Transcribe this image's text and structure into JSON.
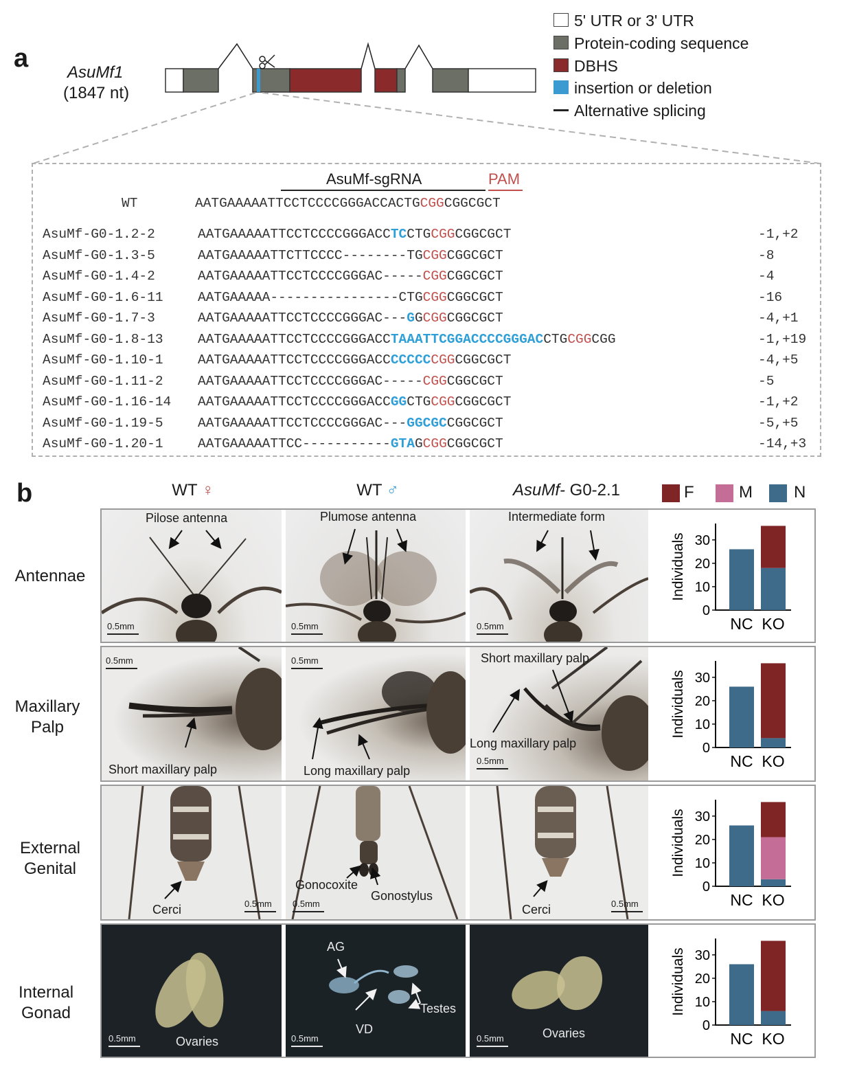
{
  "panel_a": {
    "letter": "a",
    "gene_name": "AsuMf1",
    "gene_length": "(1847 nt)",
    "legend": [
      {
        "label": "5' UTR or 3' UTR",
        "color": "#ffffff"
      },
      {
        "label": "Protein-coding sequence",
        "color": "#6b6f66"
      },
      {
        "label": "DBHS",
        "color": "#8b2a2a"
      },
      {
        "label": "insertion or deletion",
        "color": "#3b9bd0"
      },
      {
        "label": "Alternative splicing",
        "color": "#222222"
      }
    ],
    "sgrna_label": "AsuMf-sgRNA",
    "pam_label": "PAM",
    "wt": {
      "label": "WT",
      "seq_before": "AATGAAAAATTCCTCCCCGGGACCACTG",
      "seq_pam": "CGG",
      "seq_after": "CGGCGCT"
    },
    "rows": [
      {
        "label": "AsuMf-G0-1.2-2",
        "parts": [
          [
            "n",
            "AATGAAAAATTCCTCCCCGGGACC"
          ],
          [
            "i",
            "TC"
          ],
          [
            "n",
            "CTG"
          ],
          [
            "p",
            "CGG"
          ],
          [
            "n",
            "CGGCGCT"
          ]
        ],
        "change": "-1,+2"
      },
      {
        "label": "AsuMf-G0-1.3-5",
        "parts": [
          [
            "n",
            "AATGAAAAATTCTTCCCC--------TG"
          ],
          [
            "p",
            "CGG"
          ],
          [
            "n",
            "CGGCGCT"
          ]
        ],
        "change": "-8"
      },
      {
        "label": "AsuMf-G0-1.4-2",
        "parts": [
          [
            "n",
            "AATGAAAAATTCCTCCCCGGGAC-----"
          ],
          [
            "p",
            "CGG"
          ],
          [
            "n",
            "CGGCGCT"
          ]
        ],
        "change": "-4"
      },
      {
        "label": "AsuMf-G0-1.6-11",
        "parts": [
          [
            "n",
            "AATGAAAAA----------------CTG"
          ],
          [
            "p",
            "CGG"
          ],
          [
            "n",
            "CGGCGCT"
          ]
        ],
        "change": "-16"
      },
      {
        "label": "AsuMf-G0-1.7-3",
        "parts": [
          [
            "n",
            "AATGAAAAATTCCTCCCCGGGAC---"
          ],
          [
            "i",
            "G"
          ],
          [
            "n",
            "G"
          ],
          [
            "p",
            "CGG"
          ],
          [
            "n",
            "CGGCGCT"
          ]
        ],
        "change": "-4,+1"
      },
      {
        "label": "AsuMf-G0-1.8-13",
        "parts": [
          [
            "n",
            "AATGAAAAATTCCTCCCCGGGACC"
          ],
          [
            "i",
            "TAAATTCGGACCCCGGGAC"
          ],
          [
            "n",
            "CTG"
          ],
          [
            "p",
            "CGG"
          ],
          [
            "n",
            "CGG"
          ]
        ],
        "change": "-1,+19"
      },
      {
        "label": "AsuMf-G0-1.10-1",
        "parts": [
          [
            "n",
            "AATGAAAAATTCCTCCCCGGGACC"
          ],
          [
            "i",
            "CCCCC"
          ],
          [
            "p",
            "CGG"
          ],
          [
            "n",
            "CGGCGCT"
          ]
        ],
        "change": "-4,+5"
      },
      {
        "label": "AsuMf-G0-1.11-2",
        "parts": [
          [
            "n",
            "AATGAAAAATTCCTCCCCGGGAC-----"
          ],
          [
            "p",
            "CGG"
          ],
          [
            "n",
            "CGGCGCT"
          ]
        ],
        "change": "-5"
      },
      {
        "label": "AsuMf-G0-1.16-14",
        "parts": [
          [
            "n",
            "AATGAAAAATTCCTCCCCGGGACC"
          ],
          [
            "i",
            "GG"
          ],
          [
            "n",
            "CTG"
          ],
          [
            "p",
            "CGG"
          ],
          [
            "n",
            "CGGCGCT"
          ]
        ],
        "change": "-1,+2"
      },
      {
        "label": "AsuMf-G0-1.19-5",
        "parts": [
          [
            "n",
            "AATGAAAAATTCCTCCCCGGGAC---"
          ],
          [
            "i",
            "GGCGC"
          ],
          [
            "n",
            "CGGCGCT"
          ]
        ],
        "change": "-5,+5"
      },
      {
        "label": "AsuMf-G0-1.20-1",
        "parts": [
          [
            "n",
            "AATGAAAAATTCC-----------"
          ],
          [
            "i",
            "GTA"
          ],
          [
            "n",
            "G"
          ],
          [
            "p",
            "CGG"
          ],
          [
            "n",
            "CGGCGCT"
          ]
        ],
        "change": "-14,+3"
      }
    ]
  },
  "panel_b": {
    "letter": "b",
    "col_heads": {
      "wt_female": "WT",
      "female_symbol": "♀",
      "wt_male": "WT",
      "male_symbol": "♂",
      "mutant_italic": "AsuMf-",
      "mutant_rest": " G0-2.1"
    },
    "legend": [
      {
        "label": "F",
        "color": "#7f2525"
      },
      {
        "label": "M",
        "color": "#c36d97"
      },
      {
        "label": "N",
        "color": "#3f6b8b"
      }
    ],
    "rows": [
      {
        "label": "Antennae",
        "texts": [
          "Pilose antenna",
          "Plumose antenna",
          "Intermediate form"
        ],
        "scales": [
          "0.5mm",
          "0.5mm",
          "0.5mm"
        ]
      },
      {
        "label": "Maxillary Palp",
        "texts": [
          "Short maxillary palp",
          "Long maxillary palp",
          "Short maxillary palp",
          "Long maxillary palp"
        ],
        "scales": [
          "0.5mm",
          "0.5mm",
          "0.5mm"
        ]
      },
      {
        "label": "External Genital",
        "texts": [
          "Cerci",
          "Gonocoxite",
          "Gonostylus",
          "Cerci"
        ],
        "scales": [
          "0.5mm",
          "0.5mm",
          "0.5mm"
        ]
      },
      {
        "label": "Internal Gonad",
        "texts": [
          "Ovaries",
          "AG",
          "VD",
          "Testes",
          "Ovaries"
        ],
        "scales": [
          "0.5mm",
          "0.5mm",
          "0.5mm"
        ]
      }
    ]
  },
  "chart_data": [
    {
      "type": "bar",
      "stacked": true,
      "row": "Antennae",
      "categories": [
        "NC",
        "KO"
      ],
      "ylabel": "Individuals",
      "ylim": [
        0,
        37
      ],
      "yticks": [
        0,
        10,
        20,
        30
      ],
      "series": [
        {
          "name": "N",
          "values": [
            26,
            18
          ]
        },
        {
          "name": "M",
          "values": [
            0,
            0
          ]
        },
        {
          "name": "F",
          "values": [
            0,
            18
          ]
        }
      ]
    },
    {
      "type": "bar",
      "stacked": true,
      "row": "Maxillary Palp",
      "categories": [
        "NC",
        "KO"
      ],
      "ylabel": "Individuals",
      "ylim": [
        0,
        37
      ],
      "yticks": [
        0,
        10,
        20,
        30
      ],
      "series": [
        {
          "name": "N",
          "values": [
            26,
            4
          ]
        },
        {
          "name": "M",
          "values": [
            0,
            0
          ]
        },
        {
          "name": "F",
          "values": [
            0,
            32
          ]
        }
      ]
    },
    {
      "type": "bar",
      "stacked": true,
      "row": "External Genital",
      "categories": [
        "NC",
        "KO"
      ],
      "ylabel": "Individuals",
      "ylim": [
        0,
        37
      ],
      "yticks": [
        0,
        10,
        20,
        30
      ],
      "series": [
        {
          "name": "N",
          "values": [
            26,
            3
          ]
        },
        {
          "name": "M",
          "values": [
            0,
            18
          ]
        },
        {
          "name": "F",
          "values": [
            0,
            15
          ]
        }
      ]
    },
    {
      "type": "bar",
      "stacked": true,
      "row": "Internal Gonad",
      "categories": [
        "NC",
        "KO"
      ],
      "ylabel": "Individuals",
      "ylim": [
        0,
        37
      ],
      "yticks": [
        0,
        10,
        20,
        30
      ],
      "series": [
        {
          "name": "N",
          "values": [
            26,
            6
          ]
        },
        {
          "name": "M",
          "values": [
            0,
            0
          ]
        },
        {
          "name": "F",
          "values": [
            0,
            30
          ]
        }
      ]
    }
  ]
}
